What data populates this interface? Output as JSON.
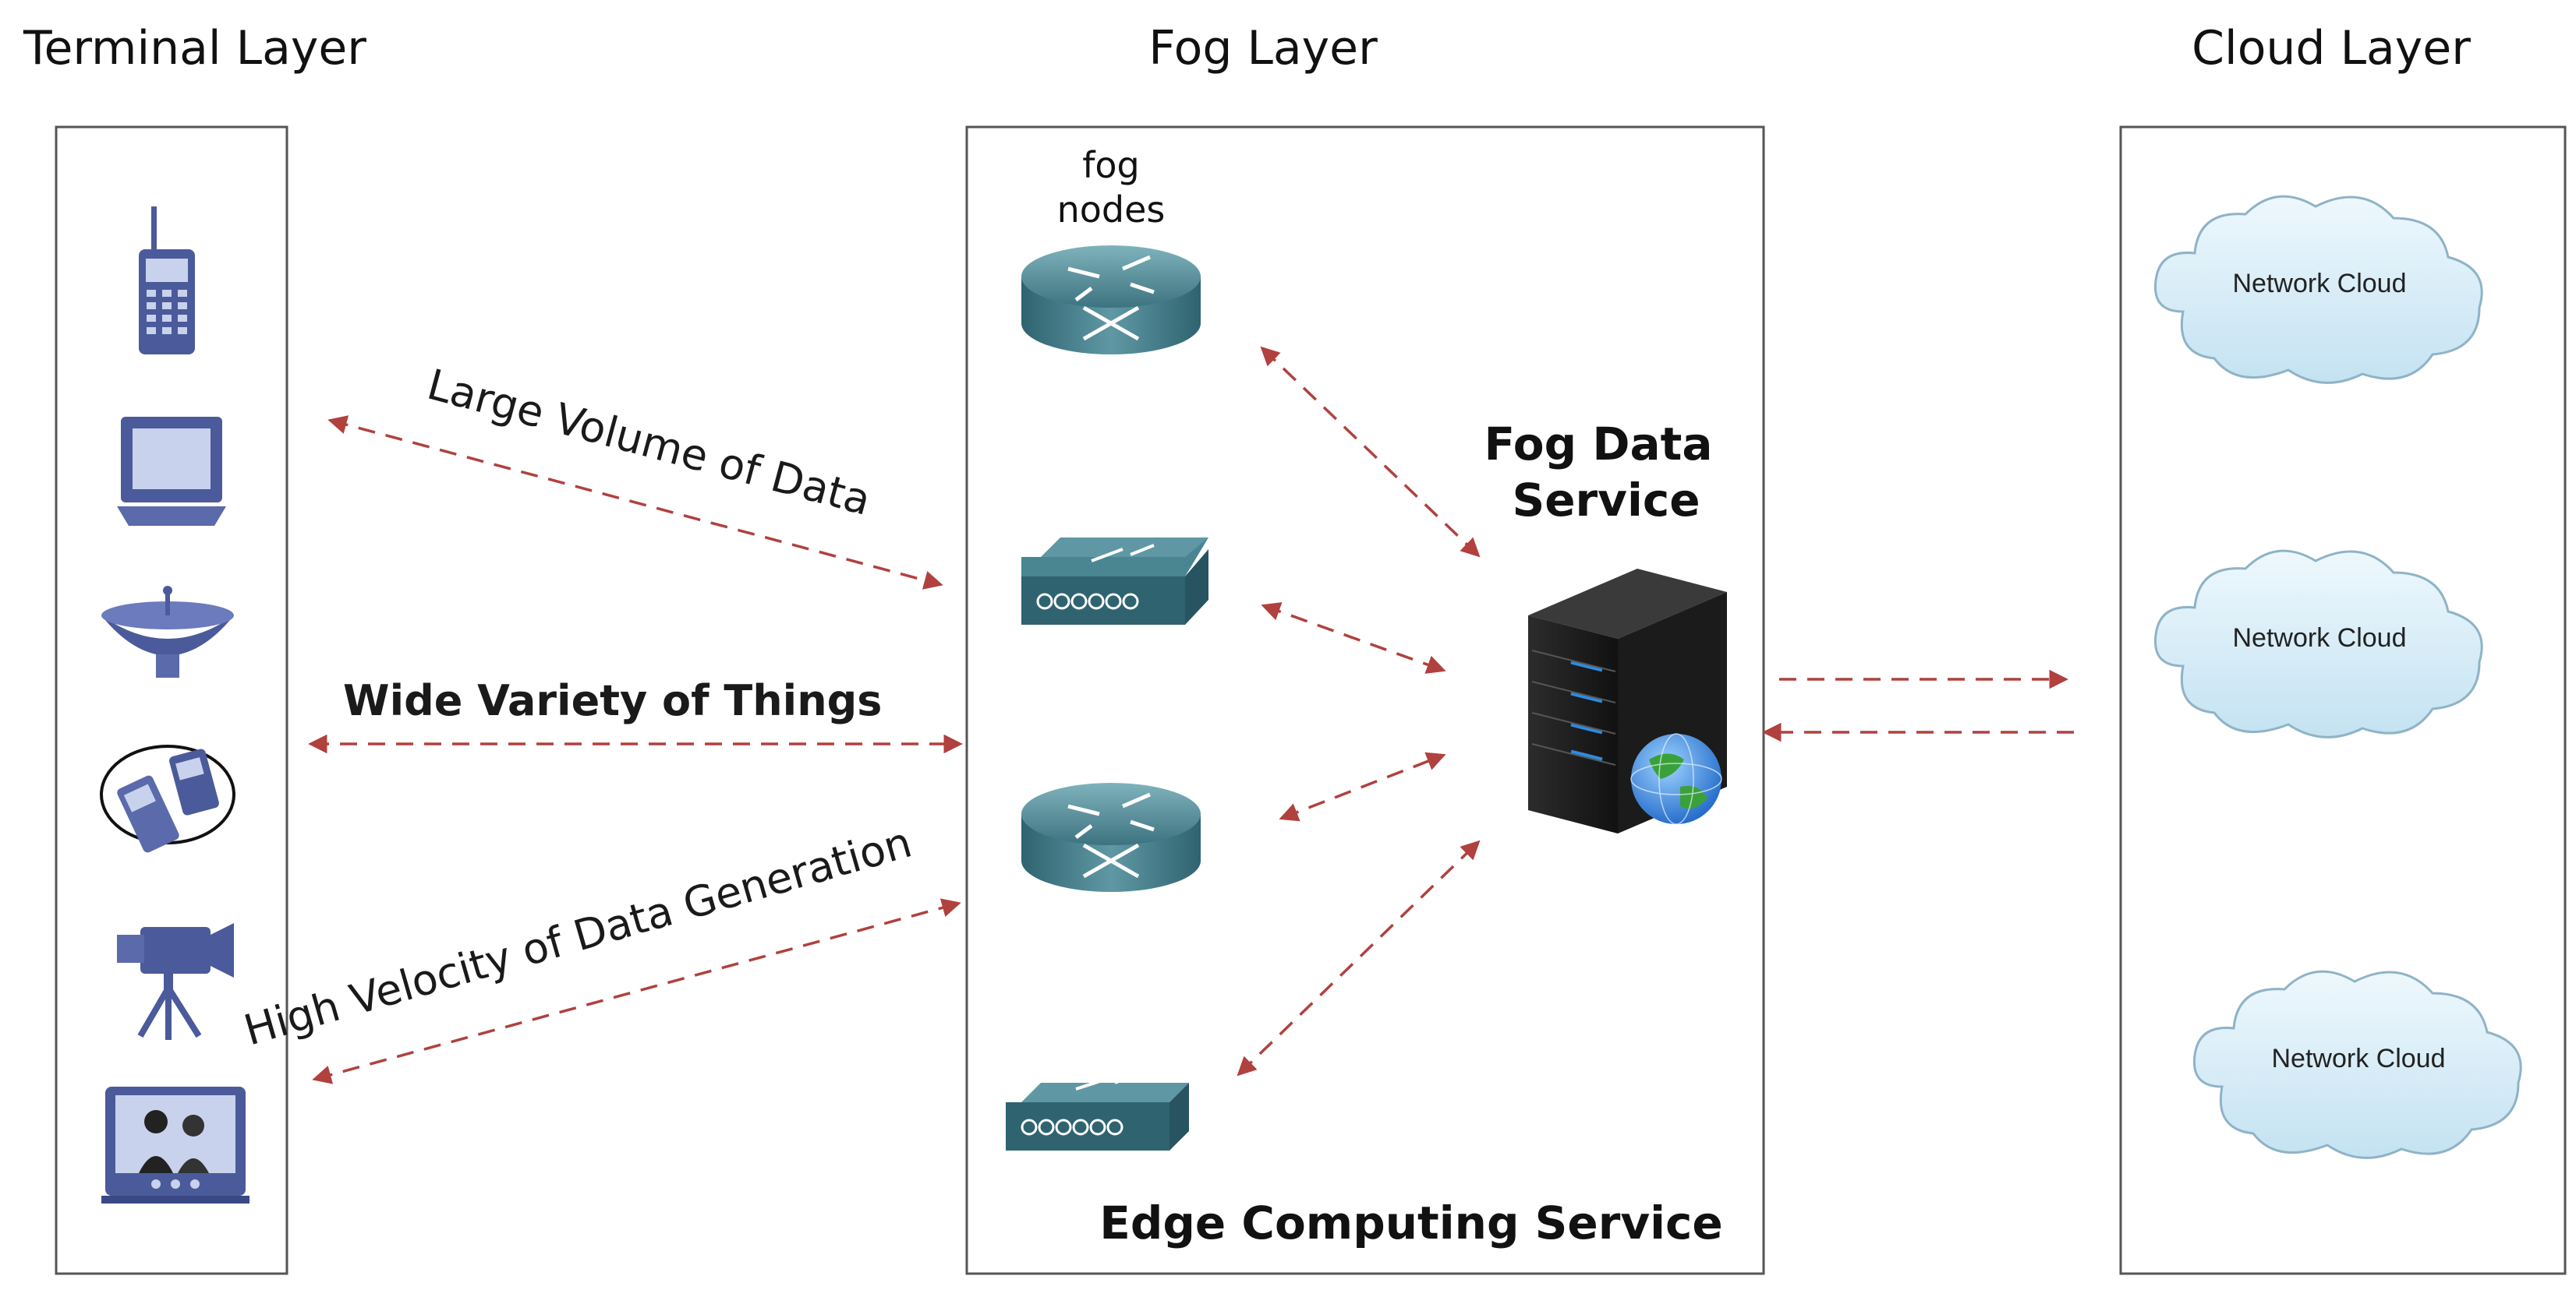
{
  "layers": {
    "terminal": "Terminal Layer",
    "fog": "Fog Layer",
    "cloud": "Cloud Layer"
  },
  "flows": {
    "volume": "Large Volume of Data",
    "variety": "Wide Variety of Things",
    "velocity": "High Velocity of Data Generation"
  },
  "fog_nodes_label_line1": "fog",
  "fog_nodes_label_line2": "nodes",
  "fog_data_service_line1": "Fog Data",
  "fog_data_service_line2": "Service",
  "edge_service": "Edge Computing Service",
  "clouds": [
    "Network Cloud",
    "Network Cloud",
    "Network Cloud"
  ],
  "devices": [
    "mobile-phone-icon",
    "desktop-computer-icon",
    "satellite-dish-icon",
    "handheld-devices-icon",
    "video-camera-icon",
    "television-icon"
  ],
  "colors": {
    "arrow": "#b0413e",
    "device": "#4b5a9a",
    "cloud": "#d6ecf7",
    "network_device": "#3f7f8c"
  }
}
